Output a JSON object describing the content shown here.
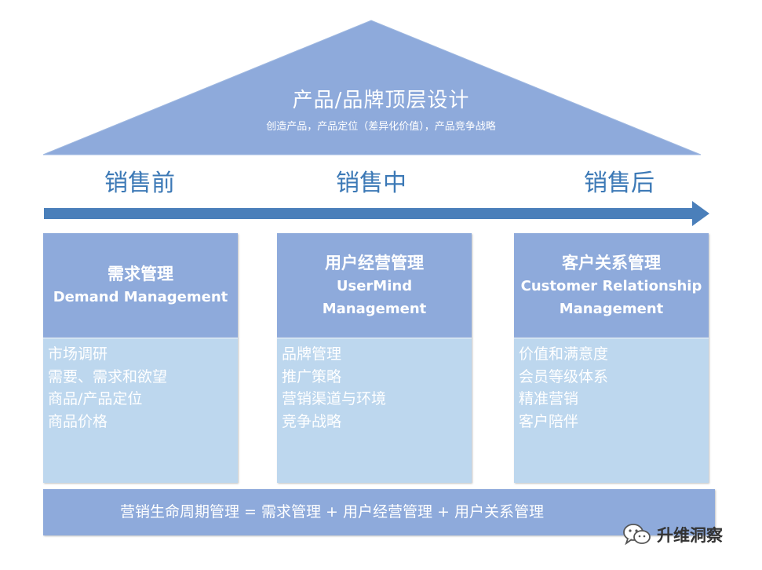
{
  "roof": {
    "title": "产品/品牌顶层设计",
    "subtitle": "创造产品，产品定位（差异化价值），产品竞争战略"
  },
  "phases": [
    "销售前",
    "销售中",
    "销售后"
  ],
  "columns": [
    {
      "title_zh": "需求管理",
      "title_en_1": "Demand Management",
      "title_en_2": "",
      "items": [
        "市场调研",
        "需要、需求和欲望",
        "商品/产品定位",
        "商品价格"
      ]
    },
    {
      "title_zh": "用户经营管理",
      "title_en_1": "UserMind",
      "title_en_2": "Management",
      "items": [
        "品牌管理",
        "推广策略",
        "营销渠道与环境",
        "竞争战略"
      ]
    },
    {
      "title_zh": "客户关系管理",
      "title_en_1": "Customer Relationship",
      "title_en_2": "Management",
      "items": [
        "价值和满意度",
        "会员等级体系",
        "精准营销",
        "客户陪伴"
      ]
    }
  ],
  "bottom": {
    "formula": "营销生命周期管理 = 需求管理 + 用户经营管理 + 用户关系管理"
  },
  "watermark": {
    "icon": "wechat-icon",
    "text": "升维洞察"
  },
  "colors": {
    "roof": "#8eaadb",
    "head": "#8eaadb",
    "body": "#bdd7ee",
    "phase_text": "#3c79b6",
    "arrow": "#4a7fba"
  }
}
